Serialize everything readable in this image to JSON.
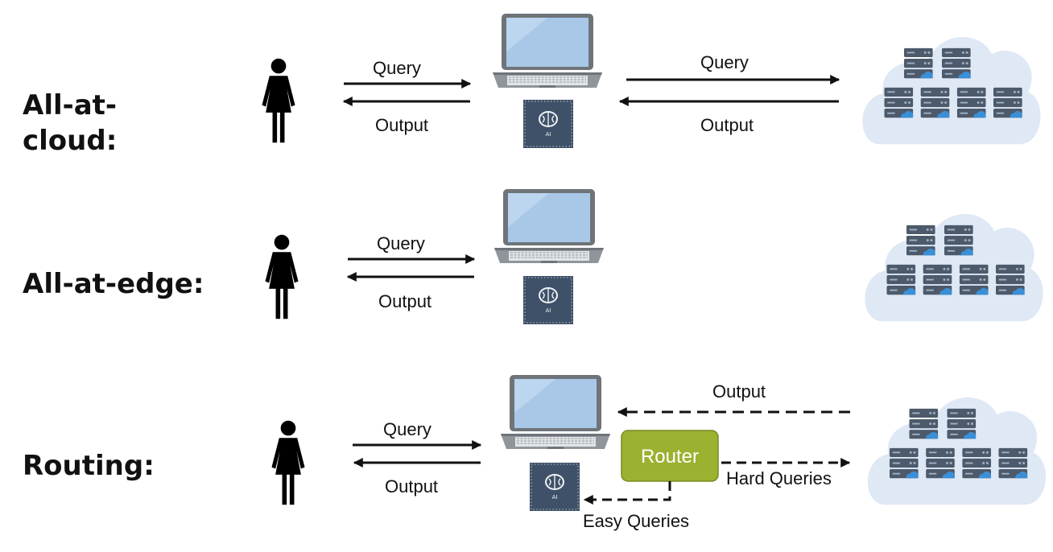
{
  "rows": [
    {
      "label_line1": "All-at-",
      "label_line2": "cloud:",
      "query_left": "Query",
      "output_left": "Output",
      "query_right": "Query",
      "output_right": "Output"
    },
    {
      "label": "All-at-edge:",
      "query_left": "Query",
      "output_left": "Output"
    },
    {
      "label": "Routing:",
      "query_left": "Query",
      "output_left": "Output",
      "router": "Router",
      "output_cloud": "Output",
      "hard_queries": "Hard Queries",
      "easy_queries": "Easy Queries"
    }
  ],
  "icons": {
    "person": "person-icon",
    "laptop": "laptop-icon",
    "chip": "ai-chip-icon",
    "chip_text": "AI",
    "cloud": "cloud-server-icon"
  },
  "colors": {
    "router_fill": "#9bb130",
    "cloud_fill": "#dfe8f5",
    "server": "#4d5a6b",
    "chip": "#3f5168",
    "laptop_screen": "#a9c8e8"
  }
}
